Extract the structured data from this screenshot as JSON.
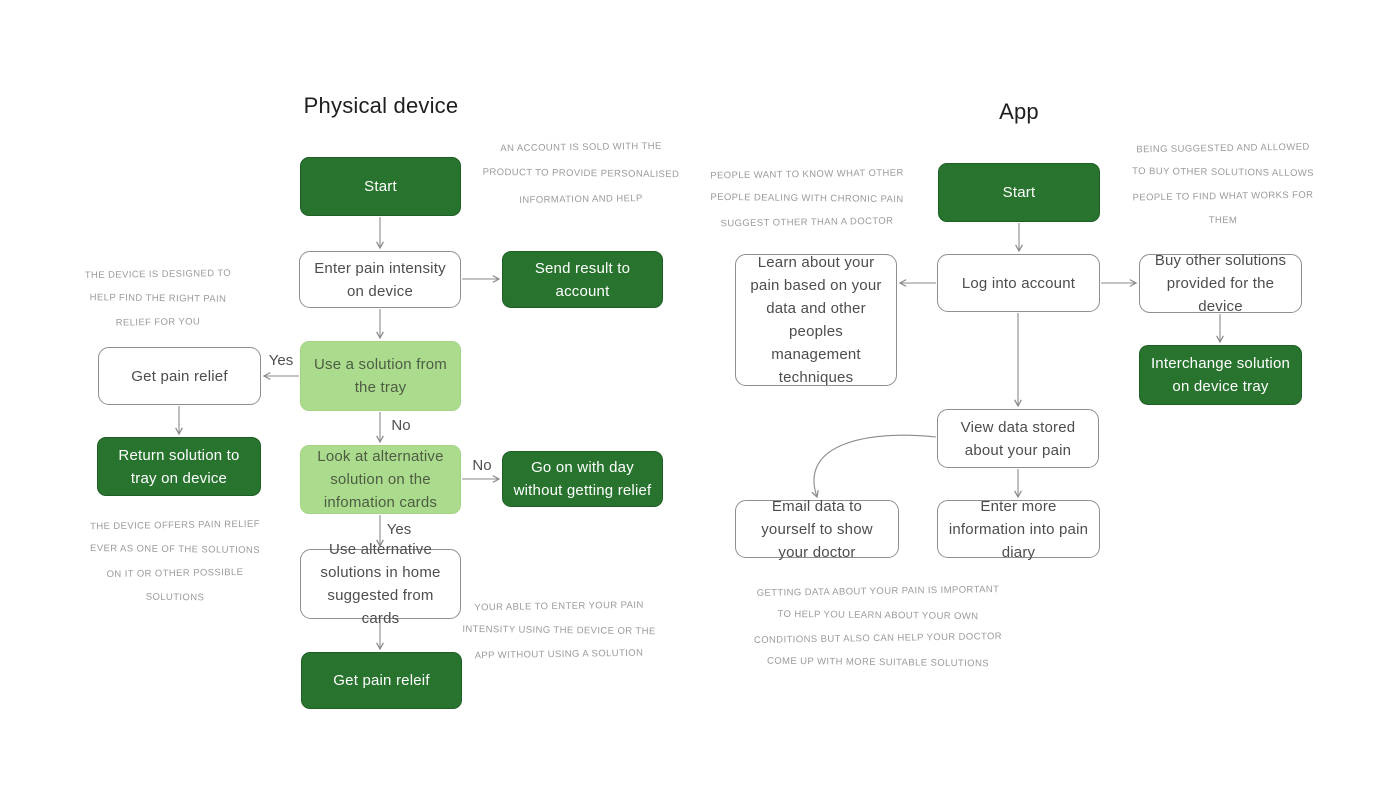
{
  "section_titles": {
    "physical": "Physical device",
    "app": "App"
  },
  "edge_labels": {
    "phys_yes_tray": "Yes",
    "phys_no_tray": "No",
    "phys_no_cards": "No",
    "phys_yes_cards": "Yes"
  },
  "physical": {
    "nodes": {
      "start": "Start",
      "enter_pain": "Enter pain intensity on device",
      "send_result": "Send result to account",
      "use_solution": "Use a solution from the tray",
      "get_relief": "Get pain relief",
      "return_solution": "Return solution to tray on device",
      "look_alternative": "Look at alternative solution on the infomation cards",
      "go_on": "Go on with day without getting relief",
      "use_alternative": "Use alternative solutions in home suggested from cards",
      "get_releif": "Get pain releif"
    },
    "annotations": {
      "account_sold": [
        "AN ACCOUNT IS SOLD WITH THE",
        "PRODUCT TO PROVIDE PERSONALISED",
        "INFORMATION AND HELP"
      ],
      "device_designed": [
        "THE DEVICE IS DESIGNED TO",
        "HELP FIND THE RIGHT PAIN",
        "RELIEF FOR YOU"
      ],
      "device_offers": [
        "THE DEVICE OFFERS PAIN RELIEF",
        "EVER AS ONE OF THE SOLUTIONS",
        "ON IT OR OTHER POSSIBLE",
        "SOLUTIONS"
      ],
      "enter_intensity": [
        "YOUR ABLE TO ENTER YOUR PAIN",
        "INTENSITY USING THE DEVICE OR THE",
        "APP WITHOUT USING A SOLUTION"
      ]
    }
  },
  "app": {
    "nodes": {
      "start": "Start",
      "log_in": "Log into account",
      "learn": "Learn about your pain based on your data and other peoples management techniques",
      "buy": "Buy other solutions provided for the device",
      "interchange": "Interchange solution on device tray",
      "view_data": "View data stored about your pain",
      "email_data": "Email data to yourself to show your doctor",
      "enter_more": "Enter more information into pain diary"
    },
    "annotations": {
      "people_want": [
        "PEOPLE WANT TO KNOW WHAT OTHER",
        "PEOPLE DEALING WITH CHRONIC PAIN",
        "SUGGEST OTHER THAN A DOCTOR"
      ],
      "being_suggested": [
        "BEING SUGGESTED AND ALLOWED",
        "TO BUY OTHER SOLUTIONS ALLOWS",
        "PEOPLE TO FIND WHAT WORKS FOR",
        "THEM"
      ],
      "getting_data": [
        "GETTING DATA ABOUT YOUR PAIN IS IMPORTANT",
        "TO HELP YOU LEARN ABOUT YOUR OWN",
        "CONDITIONS BUT ALSO CAN HELP YOUR DOCTOR",
        "COME UP WITH MORE SUITABLE SOLUTIONS"
      ]
    }
  },
  "colors": {
    "dark_green": "#28742f",
    "light_green": "#abdc8d",
    "line_gray": "#8a8a8a",
    "annotation_gray": "#9b9b9b",
    "box_text": "#4d4d4d"
  }
}
